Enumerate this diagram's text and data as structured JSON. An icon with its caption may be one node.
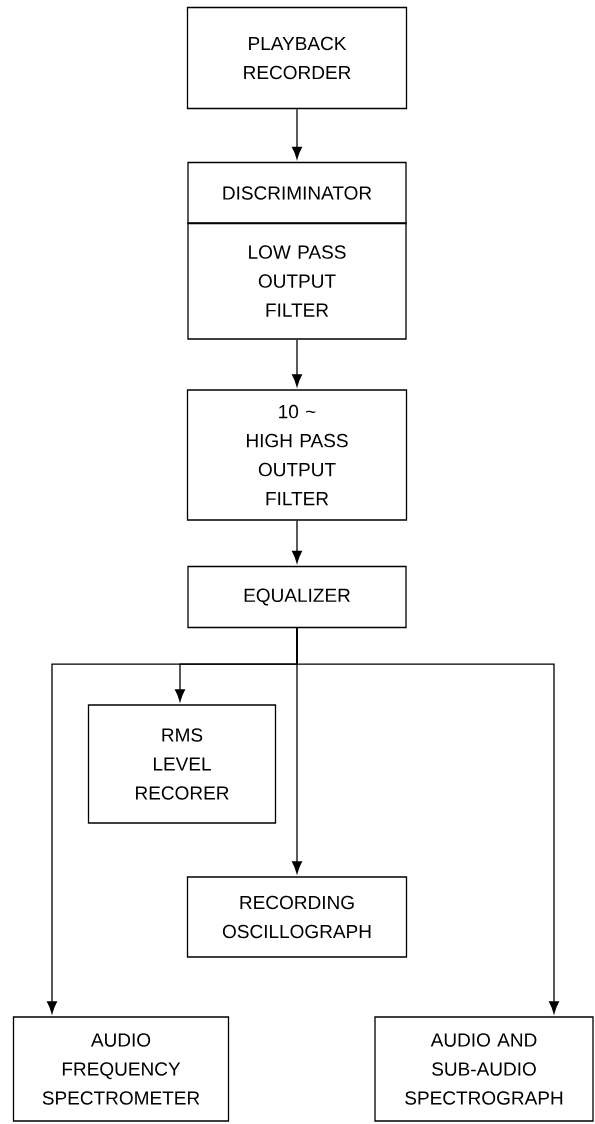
{
  "diagram": {
    "nodes": [
      {
        "text": [
          "PLAYBACK RECORDER"
        ]
      },
      {
        "text": [
          "DISCRIMINATOR"
        ]
      },
      {
        "text": [
          "LOW PASS OUTPUT FILTER"
        ]
      },
      {
        "text": [
          "10 ~",
          "HIGH PASS OUTPUT FILTER"
        ]
      },
      {
        "text": [
          "EQUALIZER"
        ]
      },
      {
        "text": [
          "RMS LEVEL RECORER"
        ]
      },
      {
        "text": [
          "RECORDING OSCILLOGRAPH"
        ]
      },
      {
        "text": [
          "AUDIO FREQUENCY SPECTROMETER"
        ]
      },
      {
        "text": [
          "AUDIO AND SUB-AUDIO SPECTROGRAPH"
        ]
      }
    ],
    "edges": [
      {
        "from": 0,
        "to": 1,
        "arrow": "to"
      },
      {
        "from": 2,
        "to": 3,
        "arrow": "to"
      },
      {
        "from": 3,
        "to": 4,
        "arrow": "to"
      },
      {
        "from": 4,
        "to": 5,
        "arrow": "to"
      },
      {
        "from": 4,
        "to": 6,
        "arrow": "to"
      },
      {
        "from": 4,
        "to": 7,
        "arrow": "to"
      },
      {
        "from": 4,
        "to": 8,
        "arrow": "to"
      }
    ]
  }
}
